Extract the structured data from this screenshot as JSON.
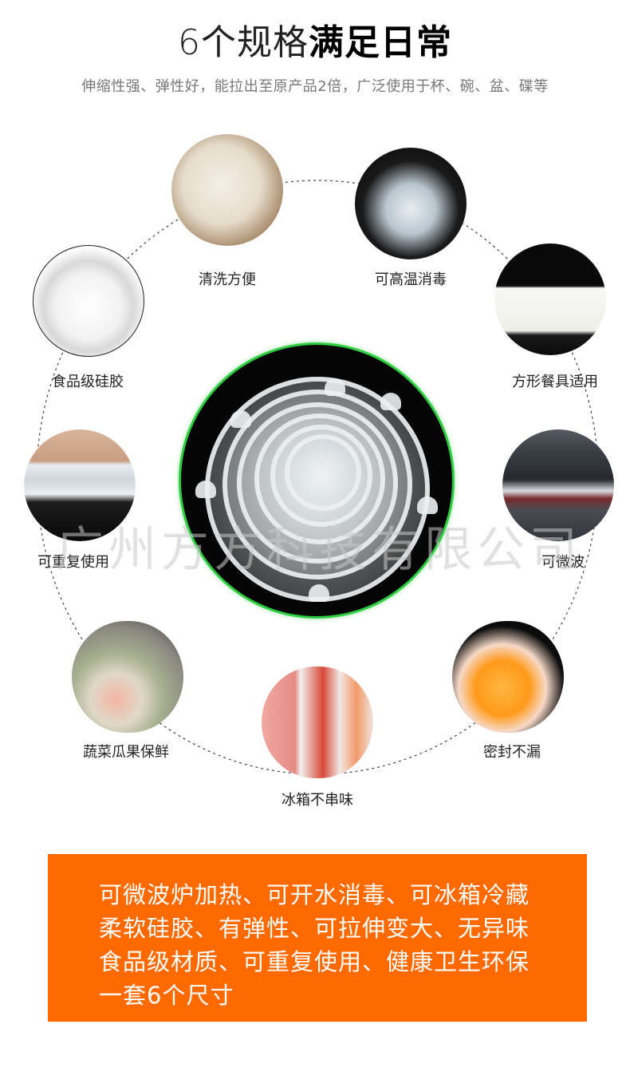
{
  "header": {
    "title_light": "6个规格",
    "title_bold": "满足日常",
    "subtitle": "伸缩性强、弹性好，能拉出至原产品2倍，广泛使用于杯、碗、盆、碟等"
  },
  "features": [
    {
      "id": "easy-clean",
      "label": "清洗方便",
      "icon": "bowl-under-tap-photo"
    },
    {
      "id": "high-temp",
      "label": "可高温消毒",
      "icon": "glass-boiling-photo"
    },
    {
      "id": "food-grade",
      "label": "食品级硅胶",
      "icon": "silicone-nipple-photo"
    },
    {
      "id": "square-dish",
      "label": "方形餐具适用",
      "icon": "square-container-photo"
    },
    {
      "id": "reusable",
      "label": "可重复使用",
      "icon": "stretched-lid-photo"
    },
    {
      "id": "microwave",
      "label": "可微波",
      "icon": "microwave-photo"
    },
    {
      "id": "fresh",
      "label": "蔬菜瓜果保鲜",
      "icon": "fruit-bowls-photo"
    },
    {
      "id": "fridge",
      "label": "冰箱不串味",
      "icon": "fridge-containers-photo"
    },
    {
      "id": "sealed",
      "label": "密封不漏",
      "icon": "sealed-jar-photo"
    }
  ],
  "center": {
    "icon": "six-silicone-lids-photo",
    "ring_color": "#2ecc40"
  },
  "watermark": "广州方方科技有限公司",
  "info_box": {
    "bg_color": "#ff6a00",
    "lines": [
      "可微波炉加热、可开水消毒、可冰箱冷藏",
      "柔软硅胶、有弹性、可拉伸变大、无异味",
      "食品级材质、可重复使用、健康卫生环保",
      "一套6个尺寸"
    ]
  }
}
